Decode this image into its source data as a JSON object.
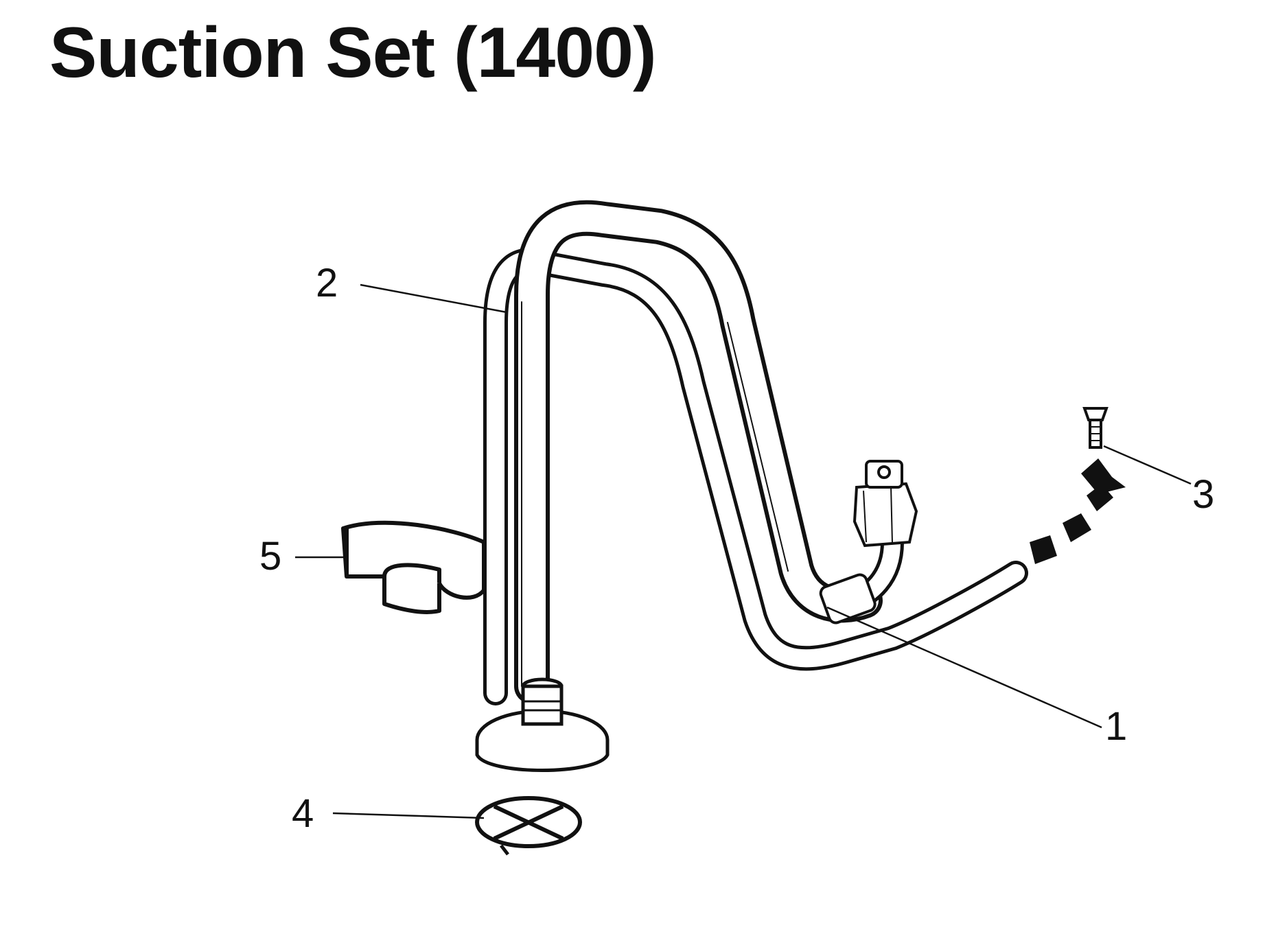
{
  "title": "Suction Set (1400)",
  "callouts": {
    "part1": "1",
    "part2": "2",
    "part3": "3",
    "part4": "4",
    "part5": "5"
  },
  "colors": {
    "ink": "#111111",
    "paper": "#ffffff"
  }
}
